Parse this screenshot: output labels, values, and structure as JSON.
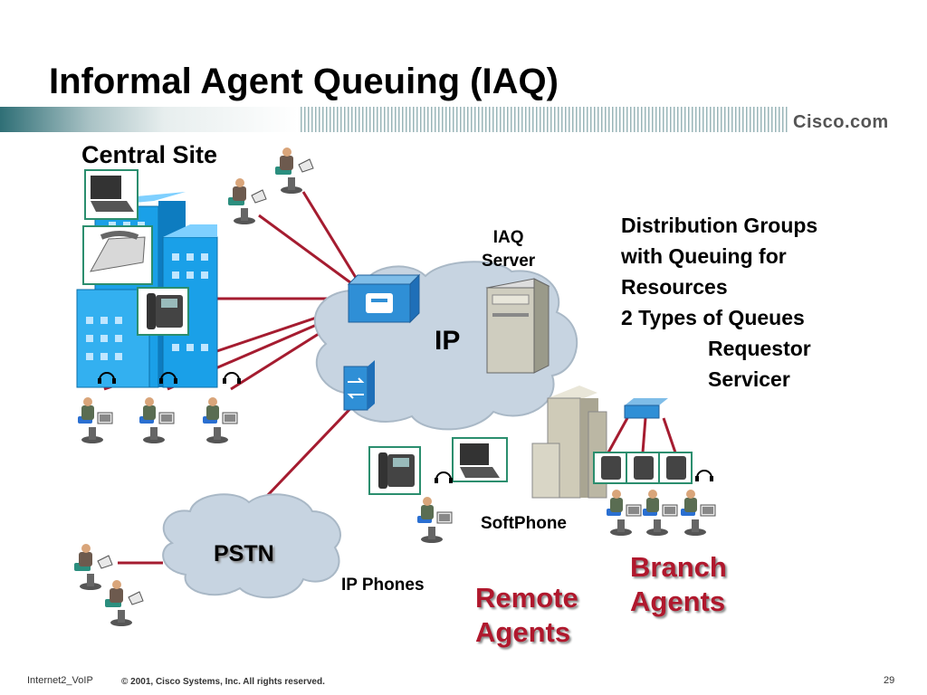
{
  "slide": {
    "title": "Informal Agent Queuing (IAQ)",
    "brand": "Cisco.com",
    "footer_left": "Internet2_VoIP",
    "footer_copyright": "© 2001, Cisco Systems, Inc. All rights reserved.",
    "page_number": "29"
  },
  "labels": {
    "central_site": "Central Site",
    "iaq_server": [
      "IAQ",
      "Server"
    ],
    "ip_cloud": "IP",
    "pstn_cloud": "PSTN",
    "softphone": "SoftPhone",
    "ip_phones": "IP Phones",
    "remote_agents": [
      "Remote",
      "Agents"
    ],
    "branch_agents": [
      "Branch",
      "Agents"
    ]
  },
  "distribution": {
    "lines": [
      "Distribution Groups",
      "with Queuing for",
      "Resources",
      "2 Types of Queues"
    ],
    "queue_types": [
      "Requestor",
      "Servicer"
    ]
  },
  "colors": {
    "title": "#000000",
    "link_line": "#a51c30",
    "cloud_fill": "#c7d4e1",
    "building_blue": "#1aa0e8",
    "branch_building": "#cfcbb8",
    "router_blue": "#2f8fd6",
    "remote_label": "#b0182d"
  }
}
